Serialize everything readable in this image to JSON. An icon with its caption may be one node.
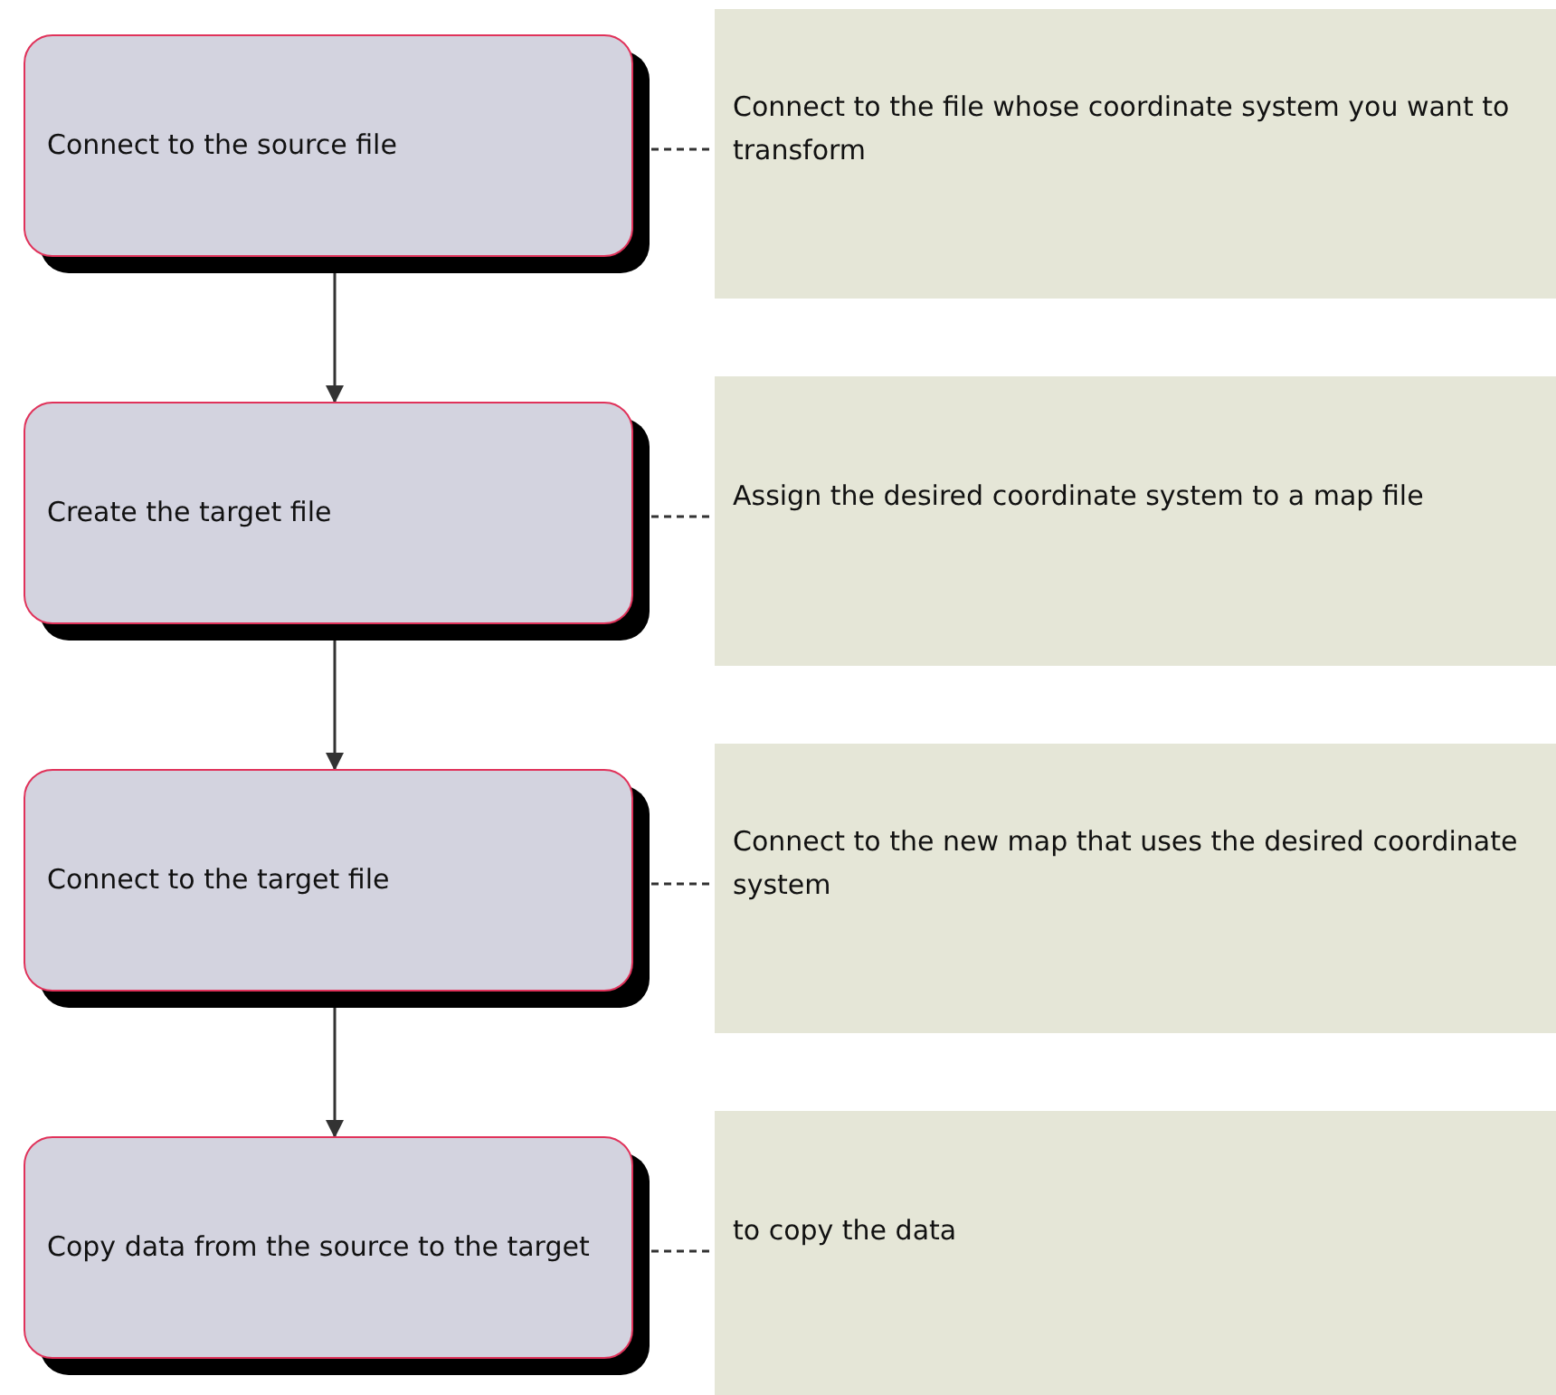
{
  "diagram": {
    "nodes": [
      {
        "text": [
          "Connect to the source file"
        ]
      },
      {
        "text": [
          "Connect to the file whose coordinate system you want to transform"
        ]
      },
      {
        "text": [
          "Create the target file"
        ]
      },
      {
        "text": [
          "Assign the desired coordinate system to a map file"
        ]
      },
      {
        "text": [
          "Connect to the target file"
        ]
      },
      {
        "text": [
          "Connect to the new map that uses the desired coordinate system"
        ]
      },
      {
        "text": [
          "Copy data from the source to the target"
        ]
      },
      {
        "text": [
          "to copy the data"
        ]
      }
    ],
    "edges": [
      {
        "from": 0,
        "to": 1,
        "arrow": "none",
        "style": "dashed"
      },
      {
        "from": 0,
        "to": 2,
        "arrow": "to"
      },
      {
        "from": 2,
        "to": 3,
        "arrow": "none",
        "style": "dashed"
      },
      {
        "from": 2,
        "to": 4,
        "arrow": "to"
      },
      {
        "from": 4,
        "to": 5,
        "arrow": "none",
        "style": "dashed"
      },
      {
        "from": 4,
        "to": 6,
        "arrow": "to"
      },
      {
        "from": 6,
        "to": 7,
        "arrow": "none",
        "style": "dashed"
      }
    ]
  }
}
